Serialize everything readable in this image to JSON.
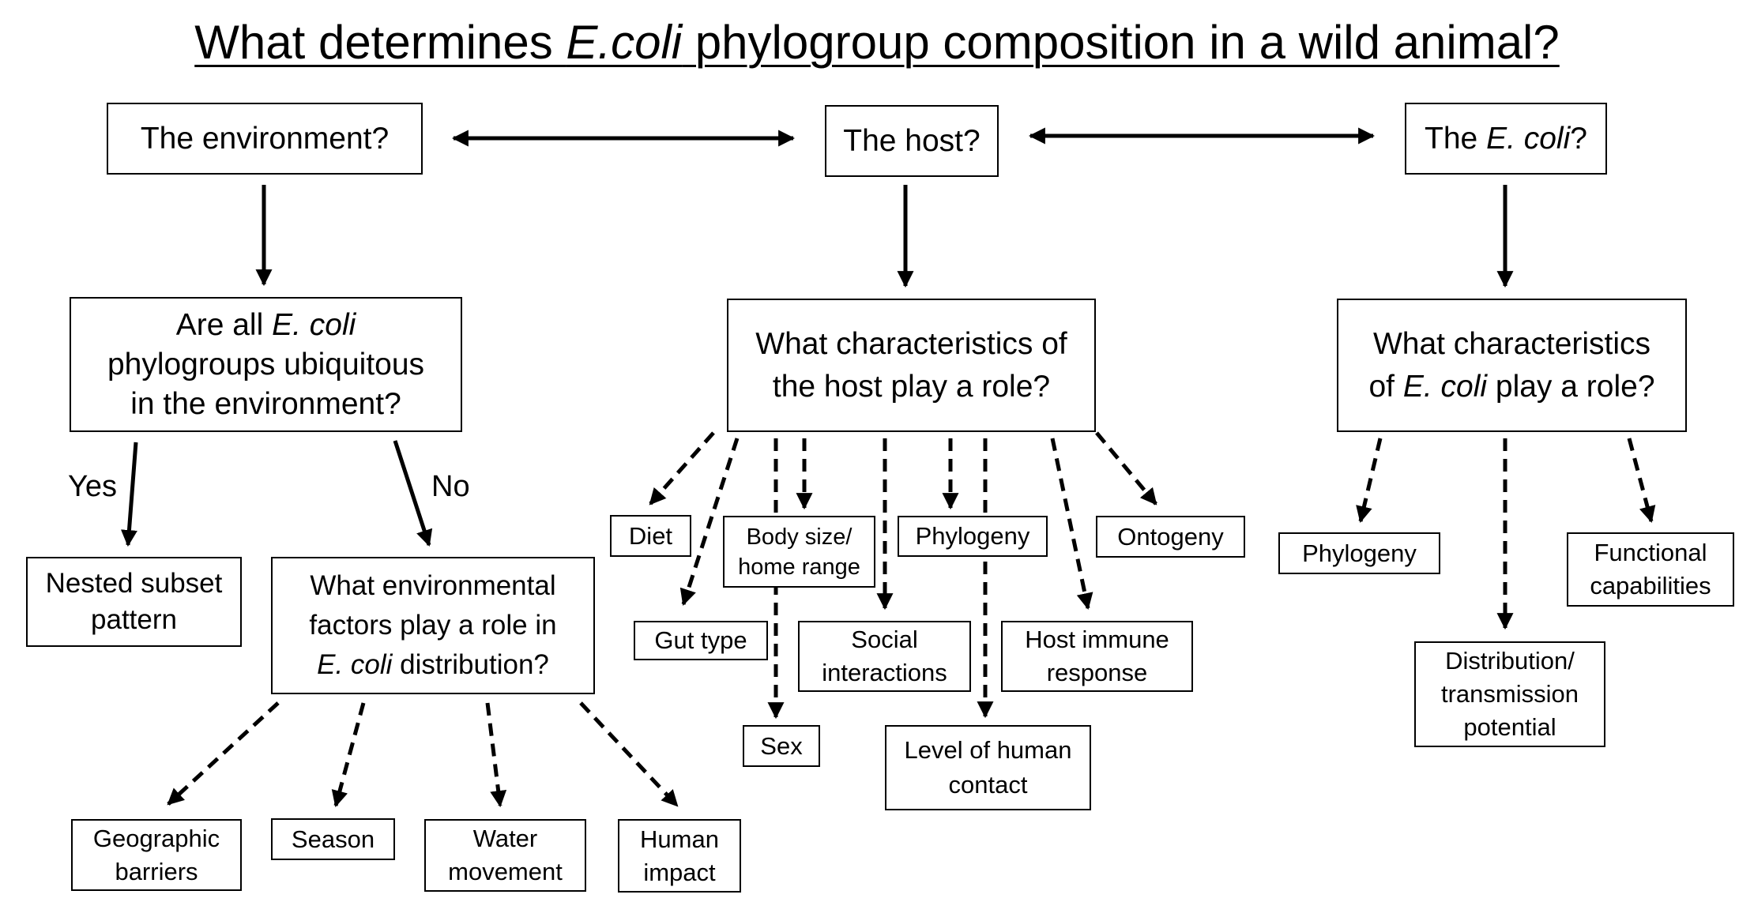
{
  "title": {
    "pre": "What determines ",
    "italic": "E.coli",
    "post": " phylogroup composition in a wild animal?"
  },
  "top": {
    "environment": "The environment?",
    "host": "The host?",
    "ecoli": {
      "pre": "The ",
      "italic": "E. coli",
      "post": "?"
    }
  },
  "questions": {
    "environment": {
      "line1_pre": "Are all ",
      "line1_italic": "E. coli",
      "rest": "phylogroups ubiquitous\nin the environment?"
    },
    "host": "What characteristics of\nthe host play a role?",
    "ecoli": {
      "line1": "What characteristics",
      "line2_pre": "of ",
      "line2_italic": "E. coli",
      "line2_post": " play a role?"
    }
  },
  "branches": {
    "yes": "Yes",
    "no": "No"
  },
  "environment_outcomes": {
    "nested": "Nested subset\npattern",
    "factors": {
      "lines": "What environmental\nfactors play a role in",
      "italic": "E. coli",
      "post": " distribution?"
    }
  },
  "environment_factors": [
    "Geographic\nbarriers",
    "Season",
    "Water\nmovement",
    "Human\nimpact"
  ],
  "host_characteristics": [
    "Diet",
    "Gut type",
    "Body size/\nhome range",
    "Sex",
    "Social\ninteractions",
    "Phylogeny",
    "Level of human\ncontact",
    "Host immune\nresponse",
    "Ontogeny"
  ],
  "ecoli_characteristics": [
    "Phylogeny",
    "Distribution/\ntransmission\npotential",
    "Functional\ncapabilities"
  ]
}
